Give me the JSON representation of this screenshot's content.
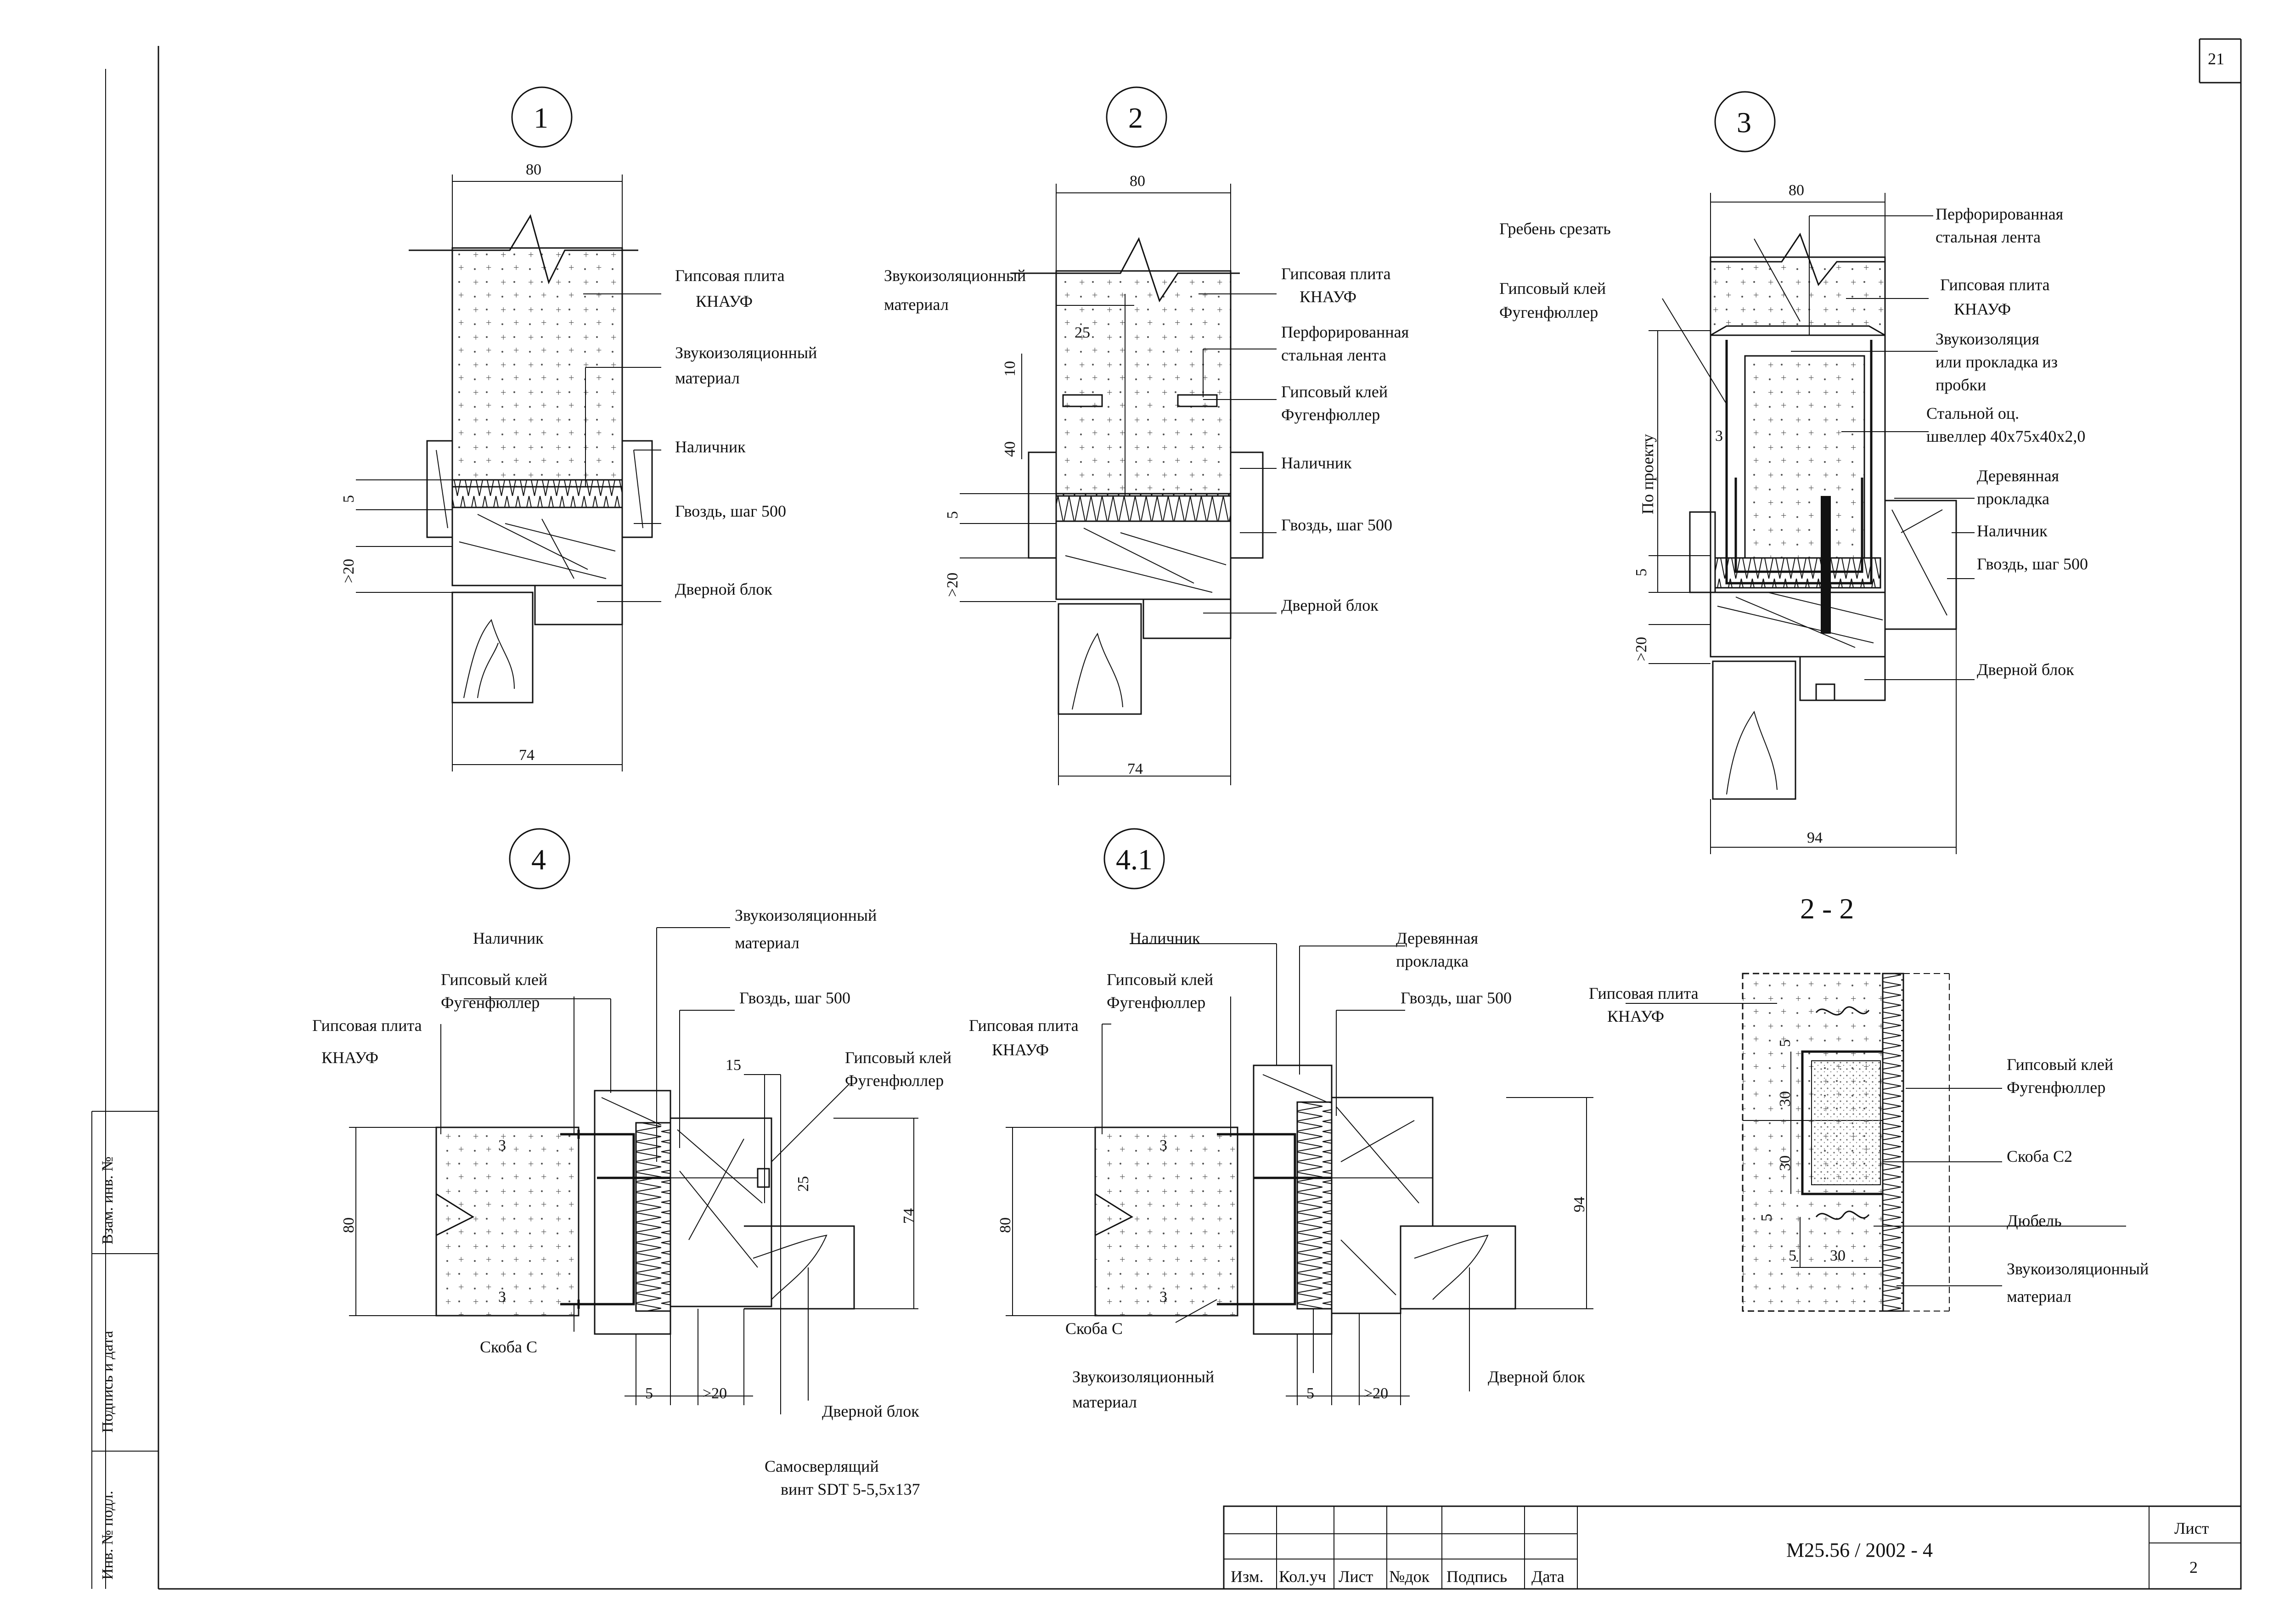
{
  "sheet_number_top": "21",
  "nodes": {
    "n1": {
      "number": "1",
      "dim_top": "80",
      "dim_bottom": "74",
      "dim_5": "5",
      "dim_20": ">20",
      "labels": [
        "Гипсовая плита",
        "КНАУФ",
        "Звукоизоляционный",
        "материал",
        "Наличник",
        "Гвоздь, шаг 500",
        "Дверной блок"
      ]
    },
    "n2": {
      "number": "2",
      "dim_top": "80",
      "dim_bottom": "74",
      "dim_25": "25",
      "dim_10": "10",
      "dim_40": "40",
      "dim_5": "5",
      "dim_20": ">20",
      "labels": [
        "Звукоизоляционный",
        "материал",
        "Гипсовая плита",
        "КНАУФ",
        "Перфорированная",
        "стальная лента",
        "Гипсовый клей",
        "Фугенфюллер",
        "Наличник",
        "Гвоздь, шаг 500",
        "Дверной блок"
      ]
    },
    "n3": {
      "number": "3",
      "dim_top": "80",
      "dim_bottom": "94",
      "dim_3": "3",
      "dim_5": "5",
      "dim_20": ">20",
      "dim_vertical": "По проекту",
      "labels": [
        "Перфорированная",
        "стальная лента",
        "Гребень срезать",
        "Гипсовая плита",
        "КНАУФ",
        "Гипсовый клей",
        "Фугенфюллер",
        "Звукоизоляция",
        "или прокладка из",
        "пробки",
        "Стальной оц.",
        "швеллер 40х75х40х2,0",
        "Деревянная",
        "прокладка",
        "Наличник",
        "Гвоздь, шаг 500",
        "Дверной блок"
      ]
    },
    "n4": {
      "number": "4",
      "dim_80": "80",
      "dim_74": "74",
      "dim_15": "15",
      "dim_25": "25",
      "dim_3a": "3",
      "dim_3b": "3",
      "dim_5": "5",
      "dim_20": ">20",
      "labels": [
        "Наличник",
        "Звукоизоляционный",
        "материал",
        "Гипсовый клей",
        "Фугенфюллер",
        "Гвоздь, шаг 500",
        "Гипсовая плита",
        "КНАУФ",
        "Гипсовый клей",
        "Фугенфюллер",
        "Скоба С",
        "Дверной блок",
        "Самосверлящий",
        "винт SDT 5-5,5х137"
      ]
    },
    "n41": {
      "number": "4.1",
      "dim_80": "80",
      "dim_94": "94",
      "dim_3a": "3",
      "dim_3b": "3",
      "dim_5": "5",
      "dim_20": ">20",
      "labels": [
        "Наличник",
        "Деревянная",
        "прокладка",
        "Гипсовый клей",
        "Фугенфюллер",
        "Гвоздь, шаг 500",
        "Гипсовая плита",
        "КНАУФ",
        "Скоба С",
        "Звукоизоляционный",
        "материал",
        "Дверной блок"
      ]
    },
    "s22": {
      "title": "2 - 2",
      "dim_5a": "5",
      "dim_30a": "30",
      "dim_30b": "30",
      "dim_5b": "5",
      "dim_5c": "5",
      "dim_30c": "30",
      "labels": [
        "Гипсовая плита",
        "КНАУФ",
        "Гипсовый клей",
        "Фугенфюллер",
        "Скоба С2",
        "Дюбель",
        "Звукоизоляционный",
        "материал"
      ]
    }
  },
  "side_stamp": {
    "inv_zam": "Взам. инв. №",
    "sign_date": "Подпись и дата",
    "inv_podl": "Инв. № подл."
  },
  "title_block": {
    "cols": [
      "Изм.",
      "Кол.уч",
      "Лист",
      "№док",
      "Подпись",
      "Дата"
    ],
    "code": "М25.56 / 2002 - 4",
    "sheet_label": "Лист",
    "sheet_value": "2"
  }
}
